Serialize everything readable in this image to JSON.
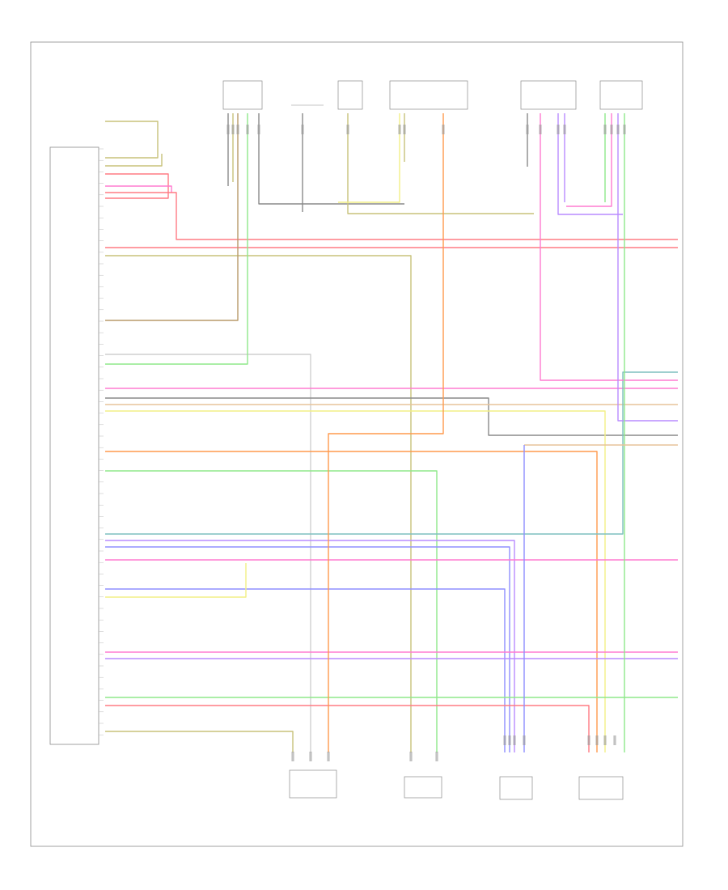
{
  "diagram": {
    "footer": "",
    "frame_color": "#8a8a8a",
    "main_connector": {
      "label_lines": [
        "",
        "",
        "",
        "",
        ""
      ],
      "pin_count": 52
    },
    "top_components": [
      {
        "id": "c1",
        "lines": [
          "",
          "",
          "",
          ""
        ]
      },
      {
        "id": "c2",
        "lines": [
          "",
          "",
          ""
        ]
      },
      {
        "id": "c3",
        "lines": [
          "",
          "",
          "",
          ""
        ]
      },
      {
        "id": "c4",
        "lines": [
          "",
          "",
          "",
          "",
          ""
        ]
      },
      {
        "id": "c5",
        "lines": [
          "",
          ""
        ]
      },
      {
        "id": "c6",
        "lines": [
          "",
          "",
          "",
          ""
        ]
      },
      {
        "id": "c7",
        "lines": [
          "",
          "",
          "",
          ""
        ]
      }
    ],
    "bottom_components": [
      {
        "id": "b1",
        "lines": [
          "",
          "",
          "",
          ""
        ]
      },
      {
        "id": "b2",
        "lines": [
          "",
          "",
          "",
          "",
          ""
        ]
      },
      {
        "id": "b3",
        "lines": [
          "",
          ""
        ]
      },
      {
        "id": "b4",
        "lines": [
          "",
          "",
          "",
          "",
          "",
          "",
          "",
          ""
        ]
      }
    ],
    "wire_colors": {
      "red": "#ff7b84",
      "pink": "#ff7bd0",
      "orange": "#ff9a4d",
      "yellow": "#f2ef86",
      "olive": "#c8c27a",
      "green": "#8fe88a",
      "blue": "#8f8fff",
      "purple": "#b98cff",
      "teal": "#7fbfbf",
      "grey": "#8a8a8a",
      "light_grey": "#cfcfcf",
      "tan": "#e7c49a",
      "brown": "#b89a6a"
    }
  }
}
